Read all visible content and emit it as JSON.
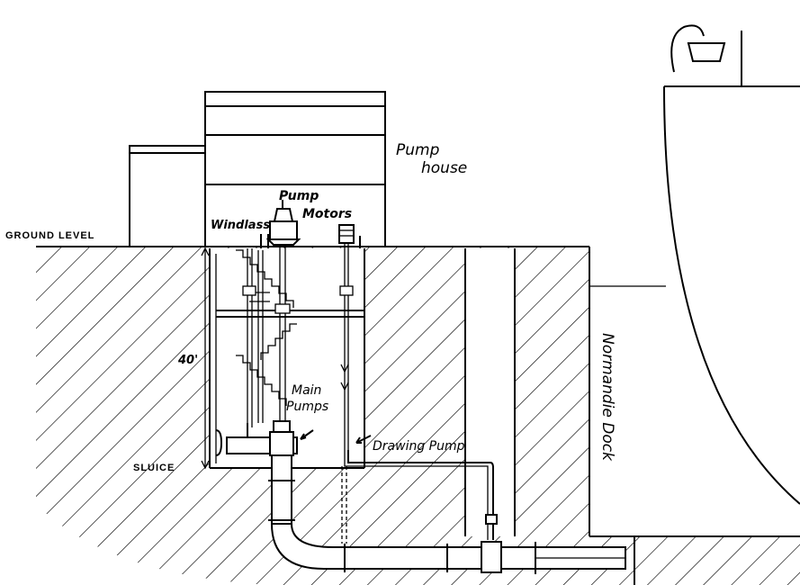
{
  "labels": {
    "pump_house": [
      "Pump",
      "house"
    ],
    "pump_motors": [
      "Pump",
      "Motors"
    ],
    "windlass": "Windlass",
    "ground_level": "GROUND LEVEL",
    "depth": "40'",
    "main_pumps": [
      "Main",
      "Pumps"
    ],
    "drawing_pump": "Drawing Pump",
    "sluice": "SLUICE",
    "dock": "Normandie Dock"
  }
}
